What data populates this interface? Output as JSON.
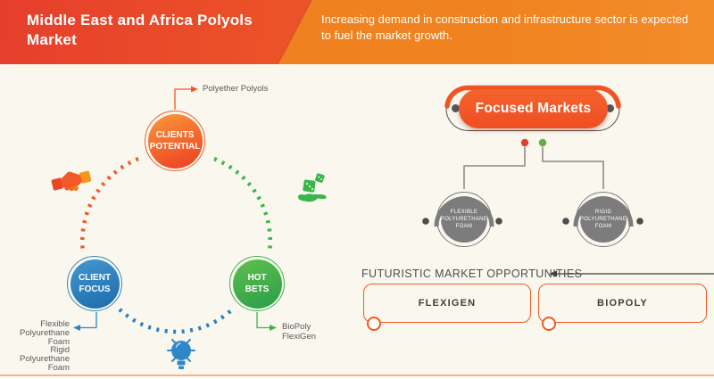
{
  "header": {
    "title": "Middle East and Africa Polyols Market",
    "subtitle": "Increasing demand in construction and infrastructure sector is expected to fuel the market growth."
  },
  "cycle": {
    "clients_potential": {
      "label": "CLIENTS\nPOTENTIAL",
      "callout": "Polyether Polyols",
      "color": "#f05a28"
    },
    "client_focus": {
      "label": "CLIENT\nFOCUS",
      "callout": "Flexible\nPolyurethane\nFoam\nRigid\nPolyurethane\nFoam",
      "color": "#2e86c1"
    },
    "hot_bets": {
      "label": "HOT\nBETS",
      "callout": "BioPoly\nFlexiGen",
      "color": "#3cb54a"
    },
    "icons": [
      "handshake-icon",
      "money-hand-icon",
      "lightbulb-icon"
    ]
  },
  "focused_markets": {
    "title": "Focused Markets",
    "children": [
      {
        "label": "FLEXIBLE\nPOLYURETHANE\nFOAM"
      },
      {
        "label": "RIGID\nPOLYURETHANE\nFOAM"
      }
    ],
    "node_color": "#7c7c7c",
    "marker_colors": {
      "left": "#e2402e",
      "right": "#5faf46"
    }
  },
  "opportunities": {
    "heading": "FUTURISTIC MARKET OPPORTUNITIES",
    "items": [
      {
        "label": "FLEXIGEN"
      },
      {
        "label": "BIOPOLY"
      }
    ]
  },
  "colors": {
    "background": "#faf7ee",
    "header_red": "#e63e2c",
    "header_orange": "#f0831f",
    "accent_orange": "#f15a24",
    "blue": "#2e86c1",
    "green": "#3cb54a",
    "gray_node": "#7c7c7c",
    "text_gray": "#58595b",
    "bottom_rule": "#f4b183"
  }
}
